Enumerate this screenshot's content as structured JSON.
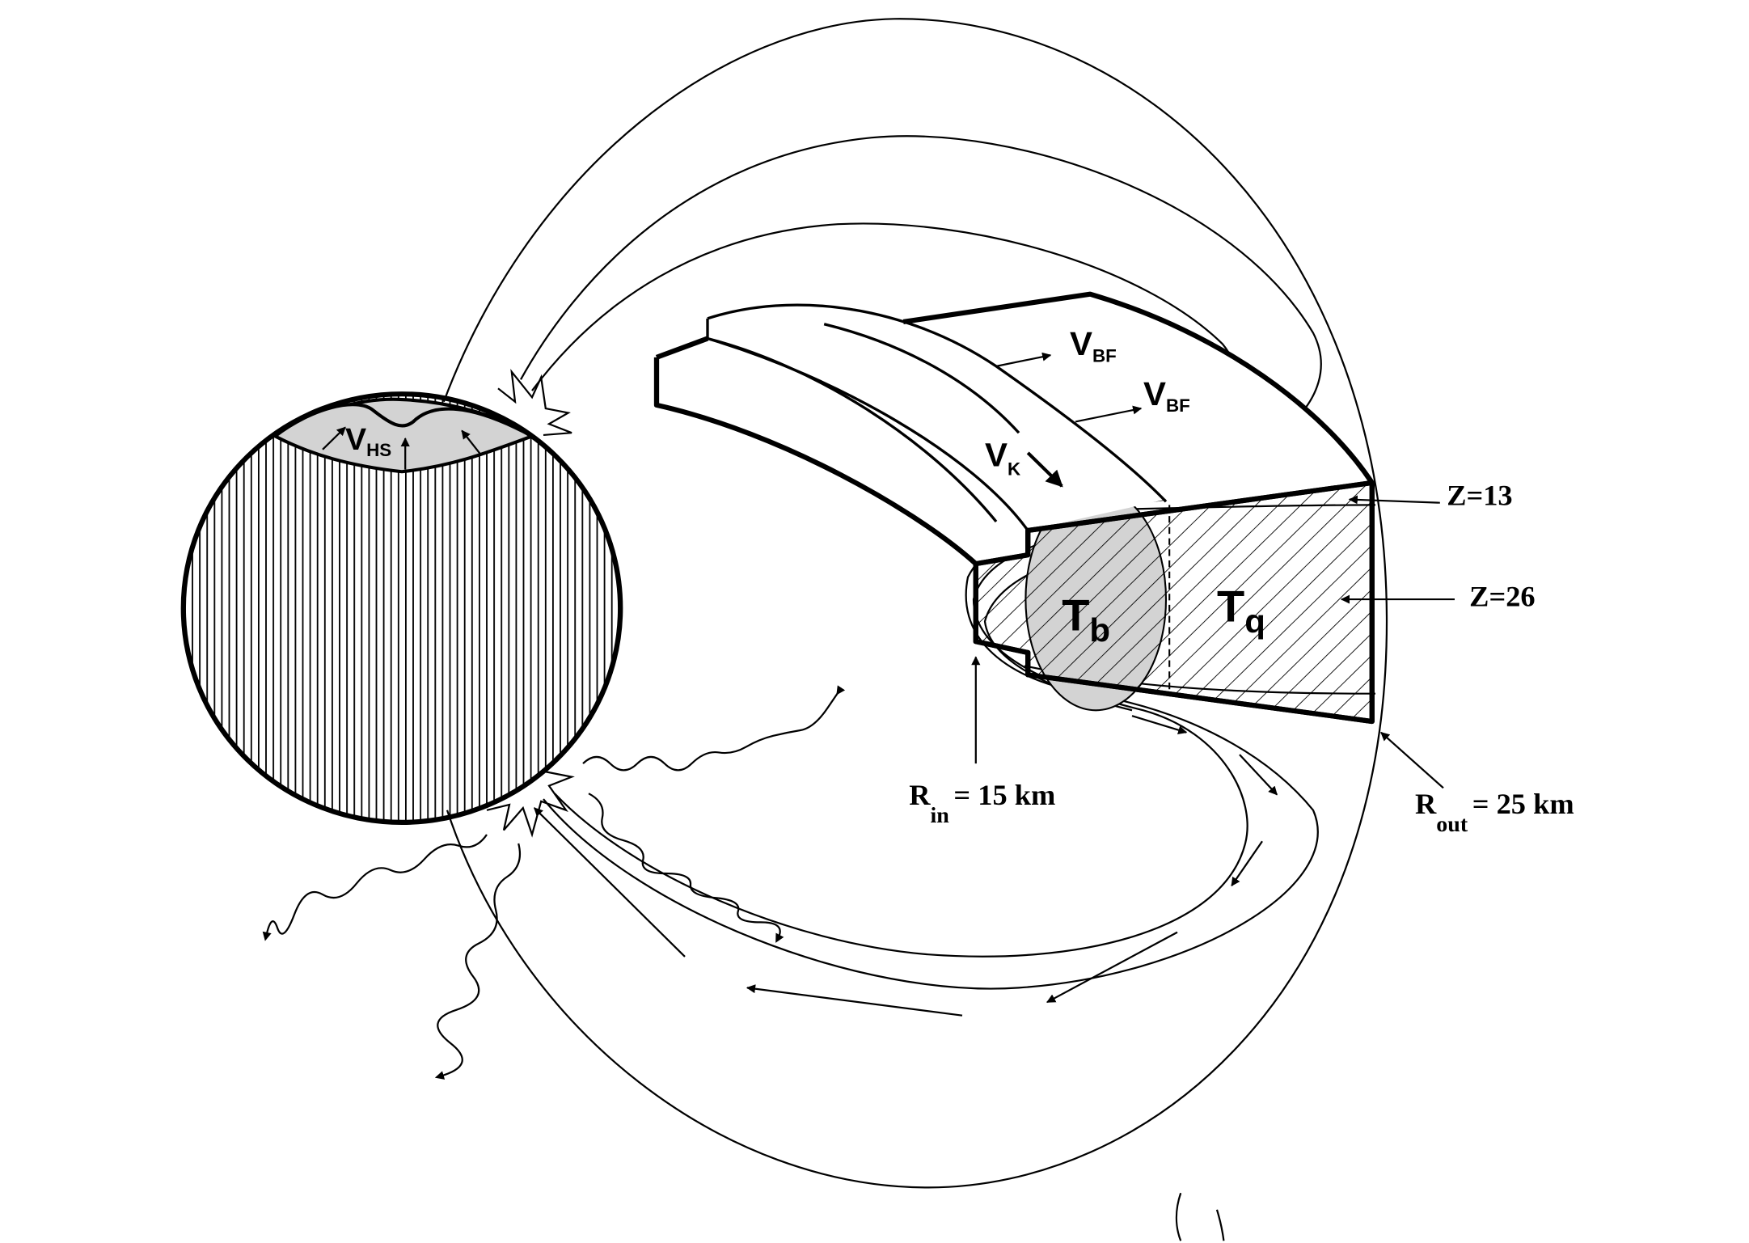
{
  "labels": {
    "v_main": "V",
    "hs_sub": "HS",
    "bf_sub": "BF",
    "k_sub": "K",
    "t_main": "T",
    "tb_sub": "b",
    "tq_sub": "q",
    "z13": "Z=13",
    "z26": "Z=26",
    "r_main": "R",
    "rin_sub": "in",
    "rin_value": "= 15 km",
    "rout_sub": "out",
    "rout_value": "= 25 km"
  },
  "colors": {
    "ink": "#000000",
    "paper": "#ffffff",
    "shade": "#d3d3d3"
  }
}
